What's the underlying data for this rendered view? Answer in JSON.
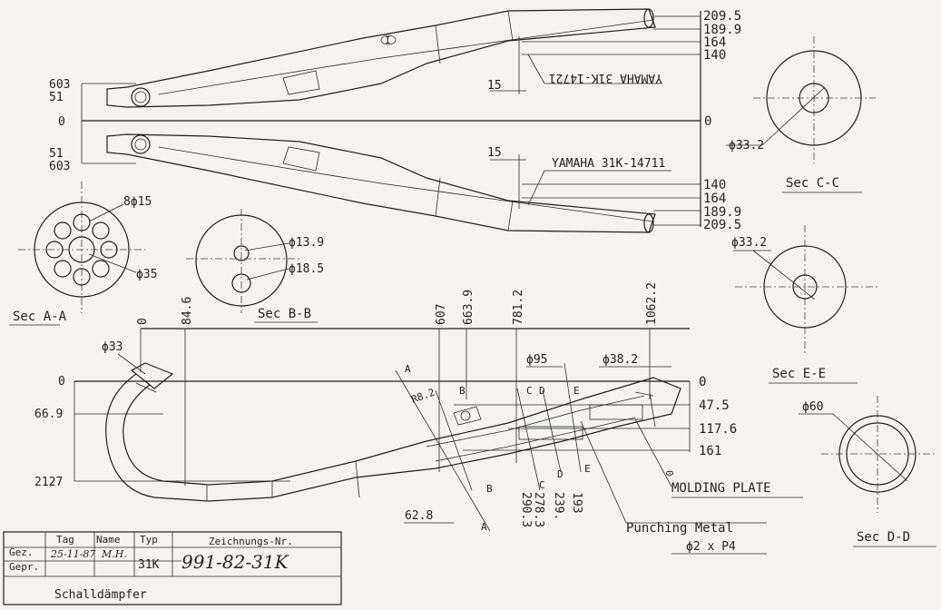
{
  "top_view": {
    "dims_right_upper": [
      "209.5",
      "189.9",
      "164",
      "140"
    ],
    "dims_right_lower": [
      "140",
      "164",
      "189.9",
      "209.5"
    ],
    "dims_left_upper": [
      "603",
      "51"
    ],
    "dims_left_lower": [
      "51",
      "603"
    ],
    "zero": "0",
    "zero_right": "0",
    "dim_15_upper": "15",
    "dim_15_lower": "15",
    "marking_mirrored": "YAMAHA 31K-14721",
    "marking": "YAMAHA 31K-14711",
    "section_mark": "I"
  },
  "section_cc": {
    "label": "Sec C-C",
    "dia": "ϕ33.2"
  },
  "section_ee": {
    "label": "Sec E-E",
    "dia": "ϕ33.2"
  },
  "section_dd": {
    "label": "Sec D-D",
    "dia": "ϕ60"
  },
  "section_aa": {
    "label": "Sec A-A",
    "holes": "8ϕ15",
    "dia": "ϕ35"
  },
  "section_bb": {
    "label": "Sec B-B",
    "dia1": "ϕ13.9",
    "dia2": "ϕ18.5"
  },
  "side_view": {
    "top_dims": [
      "0",
      "84.6",
      "607",
      "663.9",
      "781.2",
      "1062.2"
    ],
    "left_dims": [
      "0",
      "66.9",
      "2127"
    ],
    "right_dims": [
      "0",
      "47.5",
      "117.6",
      "161"
    ],
    "inlet_dia": "ϕ33",
    "dia95": "ϕ95",
    "dia382": "ϕ38.2",
    "r82": "R8.2",
    "dim628": "62.8",
    "bottom_dims": [
      "290.3",
      "278.3",
      "239.",
      "193"
    ],
    "cut_labels": [
      "A",
      "B",
      "C",
      "D",
      "E"
    ],
    "molding_plate": "MOLDING PLATE",
    "punching_metal": "Punching Metal",
    "punching_spec": "ϕ2 x P4",
    "zero_bottom": "0"
  },
  "title_block": {
    "col_tag": "Tag",
    "col_name": "Name",
    "col_typ": "Typ",
    "col_drawing_no": "Zeichnungs-Nr.",
    "row_gez": "Gez.",
    "row_gepr": "Gepr.",
    "date_value": "25-11-87",
    "name_value": "M.H.",
    "typ_value": "31K",
    "drawing_no_value": "991-82-31K",
    "part_name": "Schalldämpfer"
  }
}
